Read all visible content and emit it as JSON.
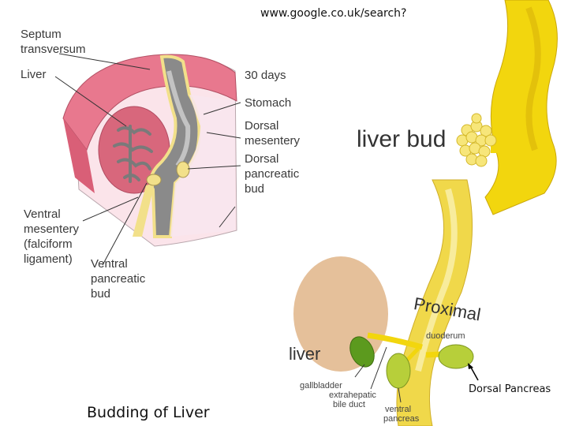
{
  "header": {
    "url_text": "www.google.co.uk/search?"
  },
  "left_figure": {
    "septum_label": [
      "Septum",
      "transversum"
    ],
    "liver_label": "Liver",
    "age_label": "30 days",
    "stomach_label": "Stomach",
    "dorsal_mesentery_label": [
      "Dorsal",
      "mesentery"
    ],
    "dorsal_pancreatic_label": [
      "Dorsal",
      "pancreatic",
      "bud"
    ],
    "ventral_mesentery_label": [
      "Ventral",
      "mesentery",
      "(falciform",
      "ligament)"
    ],
    "ventral_pancreatic_label": [
      "Ventral",
      "pancreatic",
      "bud"
    ],
    "caption": "Budding of Liver"
  },
  "top_right_figure": {
    "liver_bud_label": "liver bud"
  },
  "bottom_right_figure": {
    "proximal_label": "Proximal",
    "liver_label": "liver",
    "duodenum_label": "duoderum",
    "gallbladder_label": "gallbladder",
    "extrahepatic_label": [
      "extrahepatic",
      "bile duct"
    ],
    "ventral_pancreas_label": [
      "ventral",
      "pancreas"
    ],
    "dorsal_pancreas_label": "Dorsal Pancreas"
  },
  "colors": {
    "septum_pink": "#e8788e",
    "liver_pink": "#d8677c",
    "gut_gray": "#8a8a8a",
    "mesentery_yellow": "#f2e08a",
    "bud_yellow": "#f2d60e",
    "tube_yellow": "#f0d84a",
    "liver_tan": "#e5c09a",
    "green_bud": "#86b428"
  }
}
